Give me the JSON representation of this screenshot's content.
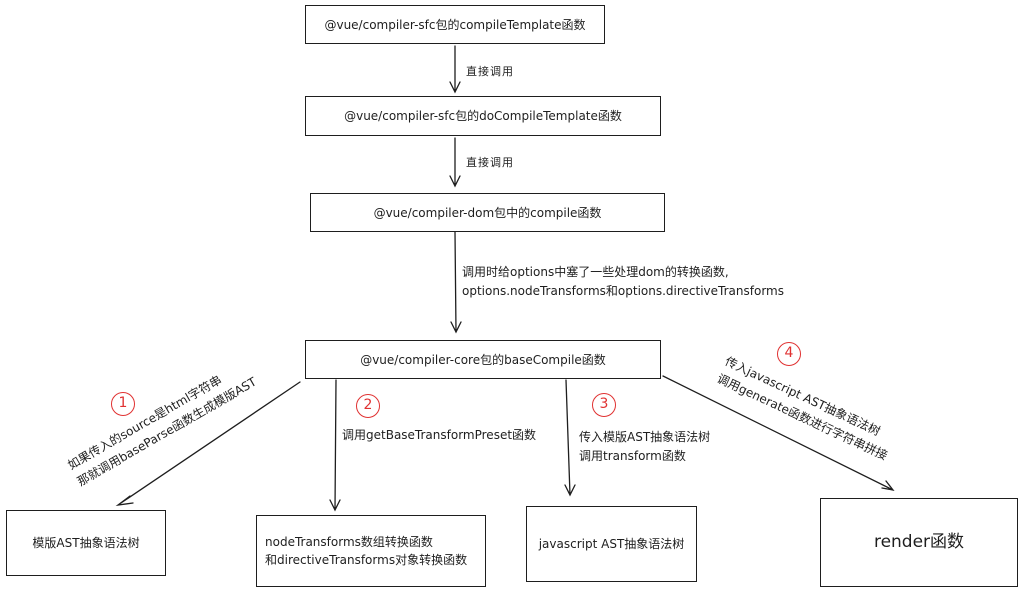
{
  "nodes": {
    "compile_template": "@vue/compiler-sfc包的compileTemplate函数",
    "do_compile_template": "@vue/compiler-sfc包的doCompileTemplate函数",
    "compiler_dom_compile": "@vue/compiler-dom包中的compile函数",
    "base_compile": "@vue/compiler-core包的baseCompile函数",
    "template_ast": "模版AST抽象语法树",
    "transforms_line1": "nodeTransforms数组转换函数",
    "transforms_line2": "和directiveTransforms对象转换函数",
    "js_ast": "javascript AST抽象语法树",
    "render": "render函数"
  },
  "edges": {
    "direct_call_1": "直接调用",
    "direct_call_2": "直接调用",
    "options_line1": "调用时给options中塞了一些处理dom的转换函数,",
    "options_line2": "options.nodeTransforms和options.directiveTransforms",
    "step1_line1": "如果传入的source是html字符串",
    "step1_line2": "那就调用baseParse函数生成模版AST",
    "step2": "调用getBaseTransformPreset函数",
    "step3_line1": "传入模版AST抽象语法树",
    "step3_line2": "调用transform函数",
    "step4_line1": "传入javascript AST抽象语法树",
    "step4_line2": "调用generate函数进行字符串拼接"
  },
  "step_numbers": [
    "1",
    "2",
    "3",
    "4"
  ],
  "colors": {
    "stroke": "#1e1e1e",
    "step_number": "#e03131",
    "background": "#ffffff"
  }
}
